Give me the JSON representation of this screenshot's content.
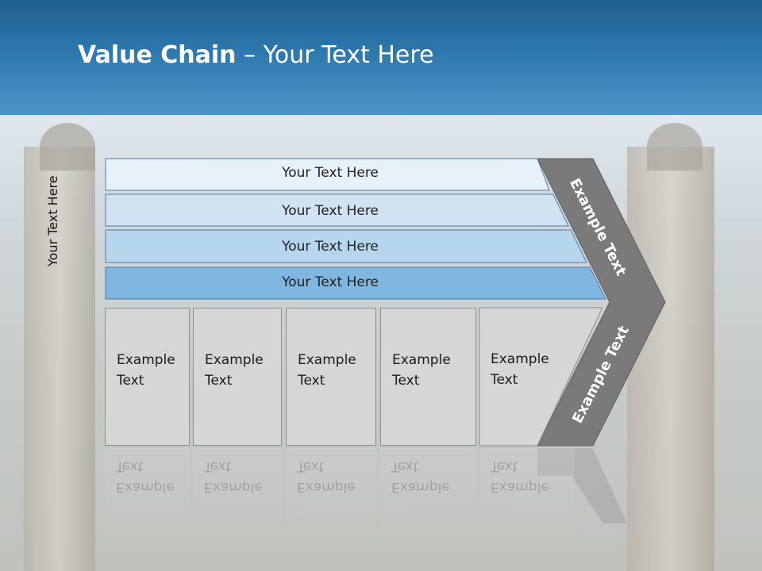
{
  "title": {
    "bold": "Value Chain",
    "rest": " – Your Text Here"
  },
  "side_label": "Your Text Here",
  "bands": [
    {
      "label": "Your Text Here",
      "color": "#e6f1f9"
    },
    {
      "label": "Your Text Here",
      "color": "#cfe3f2"
    },
    {
      "label": "Your Text Here",
      "color": "#b5d6ec"
    },
    {
      "label": "Your Text Here",
      "color": "#7fb7e0"
    }
  ],
  "boxes": [
    {
      "line1": "Example",
      "line2": "Text"
    },
    {
      "line1": "Example",
      "line2": "Text"
    },
    {
      "line1": "Example",
      "line2": "Text"
    },
    {
      "line1": "Example",
      "line2": "Text"
    },
    {
      "line1": "Example",
      "line2": "Text"
    }
  ],
  "arrow": {
    "upper": "Example Text",
    "lower": "Example Text",
    "color": "#7a7a7a"
  }
}
